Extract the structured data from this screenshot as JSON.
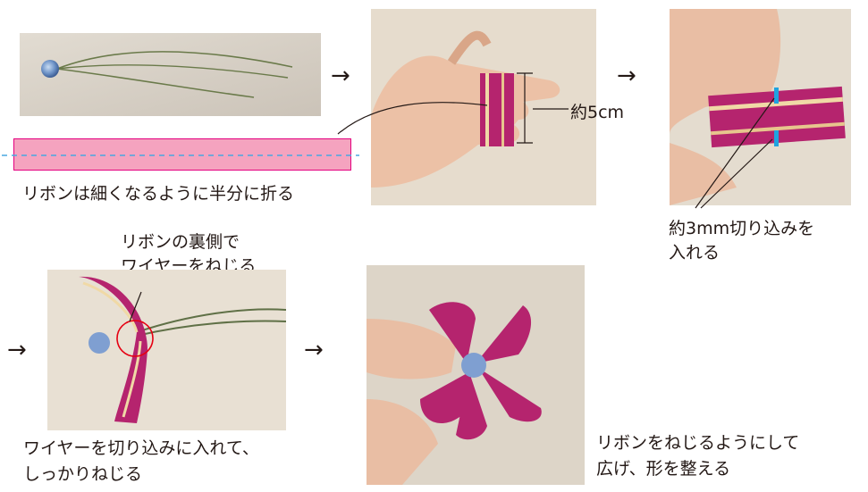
{
  "steps": [
    {
      "caption": "リボンは細くなるように半分に折る",
      "label": "約5cm"
    },
    {
      "caption_lines": [
        "約3mm切り込みを",
        "入れる"
      ]
    },
    {
      "note_lines": [
        "リボンの裏側で",
        "ワイヤーをねじる"
      ],
      "caption_lines": [
        "ワイヤーを切り込みに入れて、",
        "しっかりねじる"
      ]
    },
    {
      "caption_lines": [
        "リボンをねじるようにして",
        "広げ、形を整える"
      ]
    }
  ],
  "arrow_glyph": "→",
  "colors": {
    "ribbon_magenta": "#b5246e",
    "ribbon_band": "#f5a3bf",
    "ribbon_band_border": "#e4007f",
    "cut_mark": "#1fa3e0",
    "fold_line": "#4aa8e0",
    "circle": "#e60012"
  }
}
